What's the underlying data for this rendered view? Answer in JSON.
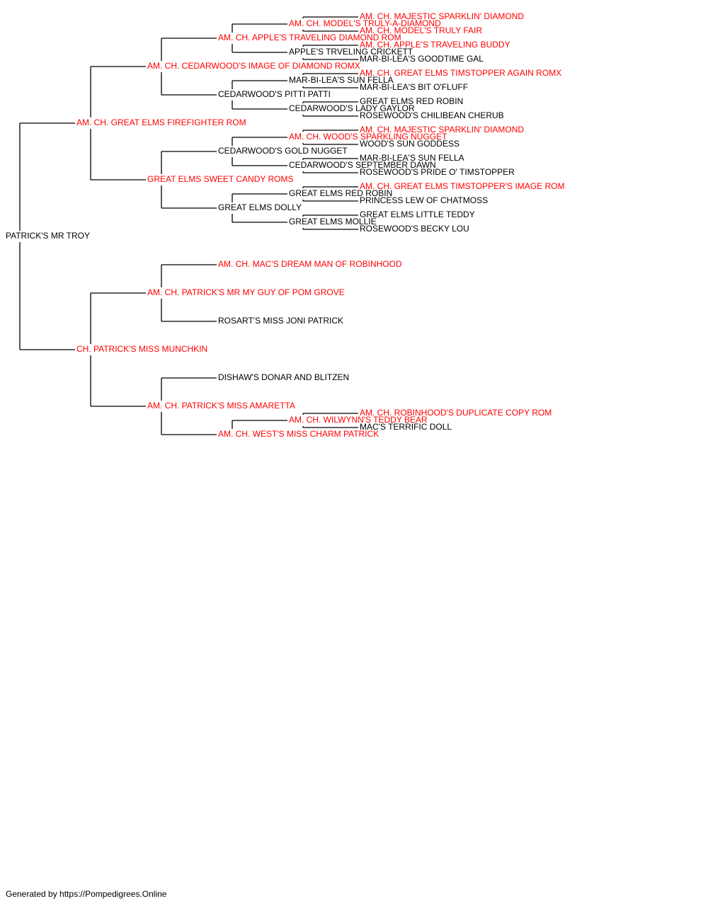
{
  "colors": {
    "champion": "#ff0000",
    "normal": "#000000",
    "line": "#000000"
  },
  "subject": {
    "name": "PATRICK'S MR TROY",
    "ch": false
  },
  "ancestors": [
    {
      "name": "AM. CH. GREAT ELMS FIREFIGHTER ROM",
      "ch": true
    },
    {
      "name": "CH. PATRICK'S MISS MUNCHKIN",
      "ch": true
    },
    {
      "name": "AM. CH. CEDARWOOD'S IMAGE OF DIAMOND ROMX",
      "ch": true
    },
    {
      "name": "GREAT ELMS SWEET CANDY ROMS",
      "ch": true
    },
    {
      "name": "AM. CH. PATRICK'S MR MY GUY OF POM GROVE",
      "ch": true
    },
    {
      "name": "AM. CH. PATRICK'S MISS AMARETTA",
      "ch": true
    },
    {
      "name": "AM. CH. APPLE'S TRAVELING DIAMOND ROM",
      "ch": true
    },
    {
      "name": "CEDARWOOD'S PITTI PATTI",
      "ch": false
    },
    {
      "name": "CEDARWOOD'S GOLD NUGGET",
      "ch": false
    },
    {
      "name": "GREAT ELMS DOLLY",
      "ch": false
    },
    {
      "name": "AM. CH. MAC'S DREAM MAN OF ROBINHOOD",
      "ch": true
    },
    {
      "name": "ROSART'S MISS JONI PATRICK",
      "ch": false
    },
    {
      "name": "DISHAW'S DONAR AND BLITZEN",
      "ch": false
    },
    {
      "name": "AM. CH. WEST'S MISS CHARM PATRICK",
      "ch": true
    },
    {
      "name": "AM. CH. MODEL'S TRULY-A-DIAMOND",
      "ch": true
    },
    {
      "name": "APPLE'S TRVELING CRICKETT",
      "ch": false
    },
    {
      "name": "MAR-BI-LEA'S SUN FELLA",
      "ch": false
    },
    {
      "name": "CEDARWOOD'S LADY GAYLOR",
      "ch": false
    },
    {
      "name": "AM. CH. WOOD'S SPARKLING NUGGET",
      "ch": true
    },
    {
      "name": "CEDARWOOD'S SEPTEMBER DAWN",
      "ch": false
    },
    {
      "name": "GREAT ELMS RED ROBIN",
      "ch": false
    },
    {
      "name": "GREAT ELMS MOLLIE",
      "ch": false
    },
    {
      "name": "",
      "ch": false
    },
    {
      "name": "",
      "ch": false
    },
    {
      "name": "",
      "ch": false
    },
    {
      "name": "",
      "ch": false
    },
    {
      "name": "",
      "ch": false
    },
    {
      "name": "",
      "ch": false
    },
    {
      "name": "AM. CH. WILWYNN'S TEDDY BEAR",
      "ch": true
    },
    {
      "name": "",
      "ch": false
    },
    {
      "name": "AM. CH. MAJESTIC SPARKLIN' DIAMOND",
      "ch": true
    },
    {
      "name": "AM. CH. MODEL'S TRULY FAIR",
      "ch": true
    },
    {
      "name": "AM. CH. APPLE'S TRAVELING BUDDY",
      "ch": true
    },
    {
      "name": "MAR-BI-LEA'S GOODTIME GAL",
      "ch": false
    },
    {
      "name": "AM. CH. GREAT ELMS TIMSTOPPER AGAIN ROMX",
      "ch": true
    },
    {
      "name": "MAR-BI-LEA'S BIT O'FLUFF",
      "ch": false
    },
    {
      "name": "GREAT ELMS RED ROBIN",
      "ch": false
    },
    {
      "name": "ROSEWOOD'S CHILIBEAN CHERUB",
      "ch": false
    },
    {
      "name": "AM. CH. MAJESTIC SPARKLIN' DIAMOND",
      "ch": true
    },
    {
      "name": "WOOD'S SUN GODDESS",
      "ch": false
    },
    {
      "name": "MAR-BI-LEA'S SUN FELLA",
      "ch": false
    },
    {
      "name": "ROSEWOOD'S PRIDE O' TIMSTOPPER",
      "ch": false
    },
    {
      "name": "AM. CH. GREAT ELMS TIMSTOPPER'S IMAGE ROM",
      "ch": true
    },
    {
      "name": "PRINCESS LEW OF CHATMOSS",
      "ch": false
    },
    {
      "name": "GREAT ELMS LITTLE TEDDY",
      "ch": false
    },
    {
      "name": "ROSEWOOD'S BECKY LOU",
      "ch": false
    },
    {
      "name": "",
      "ch": false
    },
    {
      "name": "",
      "ch": false
    },
    {
      "name": "",
      "ch": false
    },
    {
      "name": "",
      "ch": false
    },
    {
      "name": "",
      "ch": false
    },
    {
      "name": "",
      "ch": false
    },
    {
      "name": "",
      "ch": false
    },
    {
      "name": "",
      "ch": false
    },
    {
      "name": "",
      "ch": false
    },
    {
      "name": "",
      "ch": false
    },
    {
      "name": "",
      "ch": false
    },
    {
      "name": "",
      "ch": false
    },
    {
      "name": "AM. CH. ROBINHOOD'S DUPLICATE COPY ROM",
      "ch": true
    },
    {
      "name": "MAC'S TERRIFIC DOLL",
      "ch": false
    },
    {
      "name": "",
      "ch": false
    },
    {
      "name": "",
      "ch": false
    }
  ],
  "footer": "Generated by https://Pompedigrees.Online"
}
